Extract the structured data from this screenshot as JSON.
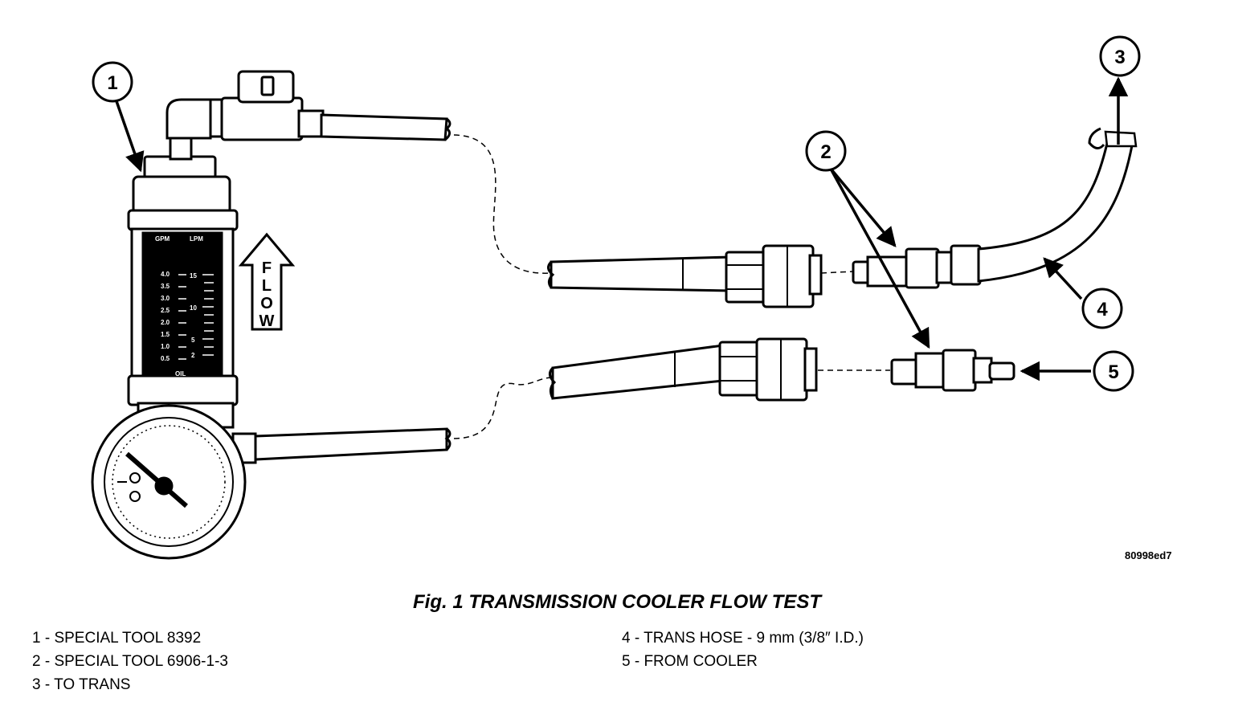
{
  "figure": {
    "caption": "Fig. 1 TRANSMISSION COOLER FLOW TEST",
    "id_code": "80998ed7"
  },
  "callouts": [
    "1",
    "2",
    "3",
    "4",
    "5"
  ],
  "flow_arrow": {
    "letters": [
      "F",
      "L",
      "O",
      "W"
    ]
  },
  "flowmeter": {
    "gpm_label": "GPM",
    "lpm_label": "LPM",
    "oil_label": "OIL",
    "gpm_ticks": [
      "4.0",
      "3.5",
      "3.0",
      "2.5",
      "2.0",
      "1.5",
      "1.0",
      "0.5"
    ],
    "lpm_ticks": [
      "15",
      "10",
      "5",
      "2"
    ]
  },
  "legend": {
    "left": [
      "1 - SPECIAL TOOL 8392",
      "2 - SPECIAL TOOL 6906-1-3",
      "3 - TO TRANS"
    ],
    "right": [
      "4 - TRANS HOSE - 9 mm (3/8″ I.D.)",
      "5 - FROM COOLER"
    ]
  }
}
